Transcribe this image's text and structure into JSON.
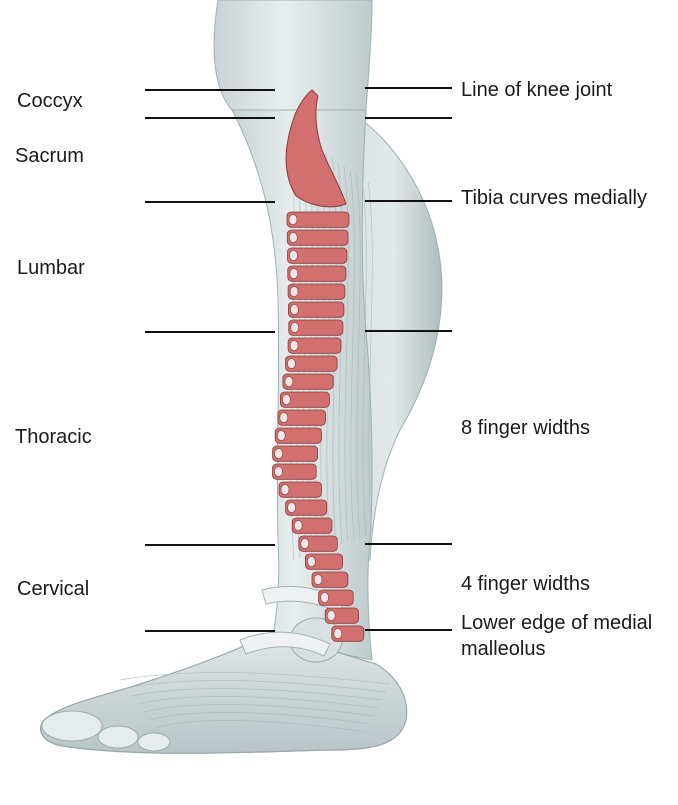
{
  "spine_labels": {
    "coccyx": "Coccyx",
    "sacrum": "Sacrum",
    "lumbar": "Lumbar",
    "thoracic": "Thoracic",
    "cervical": "Cervical"
  },
  "leg_labels": {
    "knee": "Line of knee joint",
    "tibia": "Tibia curves medially",
    "eight_fingers": "8 finger widths",
    "four_fingers": "4 finger widths",
    "lower_edge": "Lower edge of medial malleolus"
  },
  "colors": {
    "vertebra": "#d2706f",
    "vertebra_edge": "#8c3a3a",
    "leg_fill": "#dfe6e7",
    "leg_shade": "#b9c6c8",
    "leader_line": "#111111"
  },
  "illustration": {
    "subject": "medial lower leg and foot with superimposed spine",
    "vertebra_count": 24
  }
}
